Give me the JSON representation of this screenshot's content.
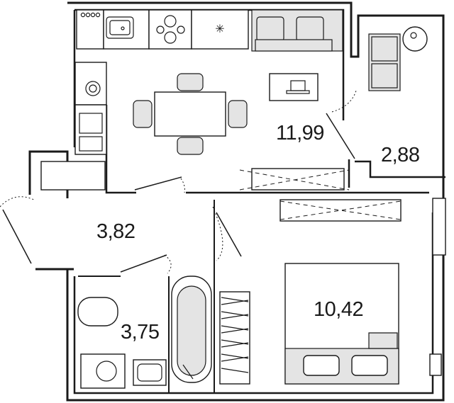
{
  "plan": {
    "rooms": [
      {
        "id": "kitchen-living",
        "area": "11,99"
      },
      {
        "id": "balcony",
        "area": "2,88"
      },
      {
        "id": "hallway",
        "area": "3,82"
      },
      {
        "id": "bathroom",
        "area": "3,75"
      },
      {
        "id": "bedroom",
        "area": "10,42"
      }
    ]
  },
  "colors": {
    "wall": "#1a1a1a",
    "background": "#ffffff",
    "soft_furniture": "#e4e4e4"
  }
}
